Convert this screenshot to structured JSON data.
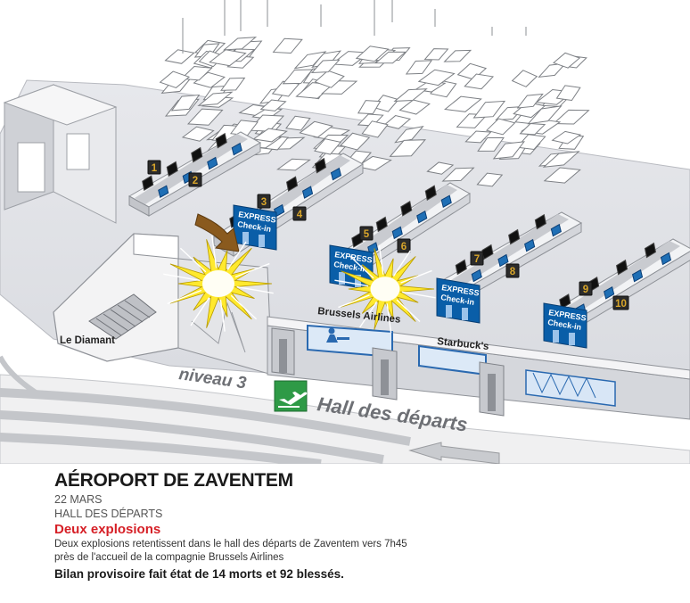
{
  "map": {
    "counters": [
      "1",
      "2",
      "3",
      "4",
      "5",
      "6",
      "7",
      "8",
      "9",
      "10"
    ],
    "express_line1": "EXPRESS",
    "express_line2": "Check-in",
    "labels": {
      "diamant": "Le Diamant",
      "brussels": "Brussels Airlines",
      "starbucks": "Starbuck's",
      "level": "niveau 3",
      "hall": "Hall des départs"
    },
    "icons": {
      "departures": "airplane-takeoff-icon",
      "explosion": "explosion-burst-icon",
      "route_arrow": "route-arrow-icon",
      "person": "person-icon"
    },
    "colors": {
      "express_blue": "#0a5ea8",
      "screen_blue": "#1f6fb5",
      "counter_gold": "#d9a62a",
      "sign_green": "#2e9a46",
      "explosion_yellow": "#ffe92e",
      "arrow_brown": "#8a5a1e",
      "floor_gray": "#e1e2e6"
    }
  },
  "caption": {
    "title": "AÉROPORT DE ZAVENTEM",
    "date": "22 MARS",
    "place": "HALL DES DÉPARTS",
    "headline": "Deux explosions",
    "body_line1": "Deux explosions retentissent dans le hall des départs de Zaventem vers 7h45",
    "body_line2": "près de l'accueil de la compagnie Brussels Airlines",
    "toll": "Bilan provisoire fait état de 14 morts et 92 blessés."
  }
}
